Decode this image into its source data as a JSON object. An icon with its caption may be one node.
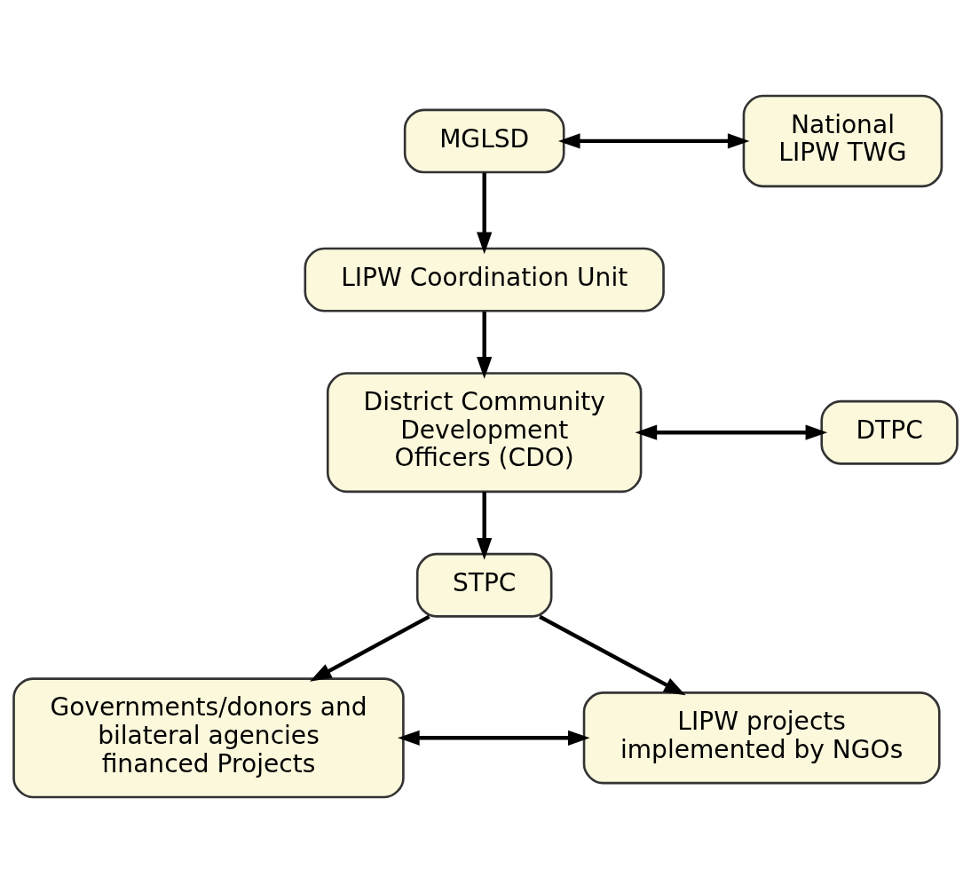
{
  "diagram": {
    "nodes": [
      {
        "text": [
          "MGLSD"
        ]
      },
      {
        "text": [
          "National LIPW TWG"
        ]
      },
      {
        "text": [
          "LIPW Coordination Unit"
        ]
      },
      {
        "text": [
          "District Community Development Officers (CDO)"
        ]
      },
      {
        "text": [
          "DTPC"
        ]
      },
      {
        "text": [
          "STPC"
        ]
      },
      {
        "text": [
          "Governments/donors and bilateral agencies financed Projects"
        ]
      },
      {
        "text": [
          "LIPW projects implemented by NGOs"
        ]
      }
    ],
    "edges": [
      {
        "from": 0,
        "to": 1,
        "arrow": "both"
      },
      {
        "from": 0,
        "to": 2,
        "arrow": "to"
      },
      {
        "from": 2,
        "to": 3,
        "arrow": "to"
      },
      {
        "from": 3,
        "to": 4,
        "arrow": "both"
      },
      {
        "from": 3,
        "to": 5,
        "arrow": "to"
      },
      {
        "from": 5,
        "to": 6,
        "arrow": "to"
      },
      {
        "from": 5,
        "to": 7,
        "arrow": "to"
      },
      {
        "from": 6,
        "to": 7,
        "arrow": "both"
      }
    ]
  }
}
